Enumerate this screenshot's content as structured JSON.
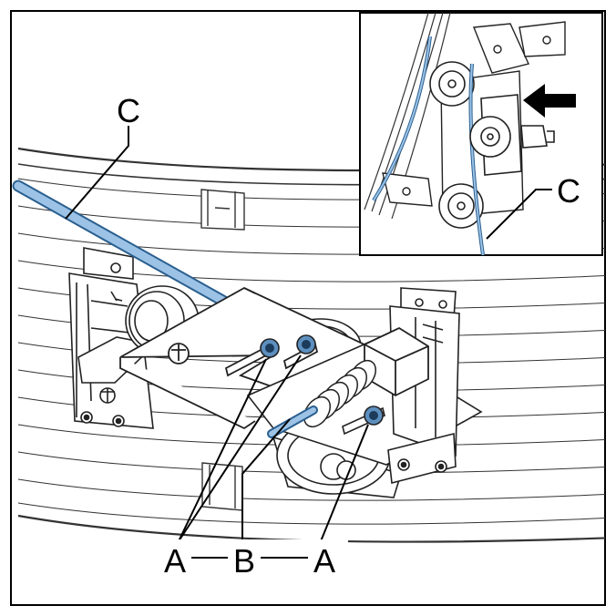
{
  "figure": {
    "labels": {
      "cable_main": "C",
      "cable_inset": "C",
      "screw_left": "A",
      "rod": "B",
      "screw_right": "A"
    },
    "colors": {
      "cable": "#9cc3e6",
      "cable_edge": "#2a5f8f",
      "line": "#000000",
      "highlight_screw": "#5c8fbf"
    },
    "icons": {
      "inset_arrow": "arrow-left-icon"
    }
  }
}
